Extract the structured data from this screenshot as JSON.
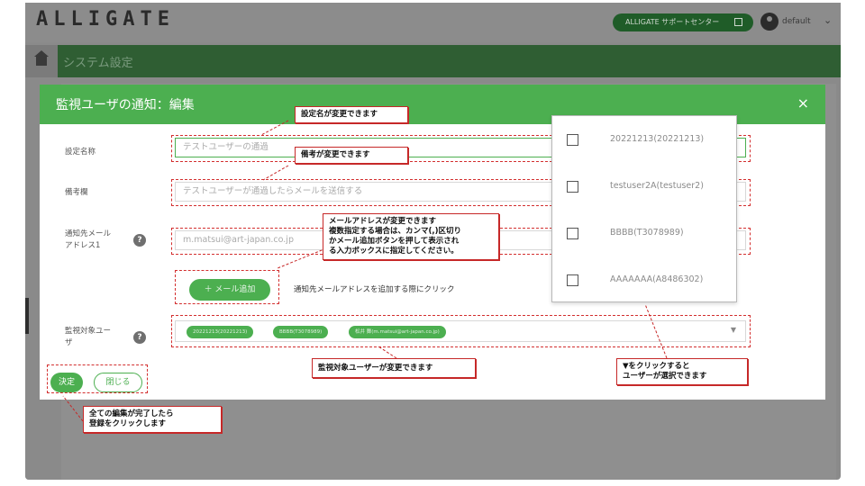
{
  "app": {
    "logo": "ALLIGATE",
    "support_label": "ALLIGATE サポートセンター",
    "user_name": "default",
    "page_title": "システム設定"
  },
  "modal": {
    "title": "監視ユーザの通知：編集",
    "close_symbol": "×",
    "fields": {
      "setting_name_label": "設定名称",
      "setting_name_value": "テストユーザーの通過",
      "remarks_label": "備考欄",
      "remarks_value": "テストユーザーが通過したらメールを送信する",
      "email_label_line1": "通知先メール",
      "email_label_line2": "アドレス1",
      "email_value": "m.matsui@art-japan.co.jp",
      "add_mail_button": "＋ メール追加",
      "add_mail_hint": "通知先メールアドレスを追加する際にクリック",
      "target_users_label_line1": "監視対象ユー",
      "target_users_label_line2": "ザ",
      "target_chips": [
        "20221213(20221213)",
        "BBBB(T3078989)",
        "松井 舞(m.matsui@art-japan.co.jp)"
      ],
      "help_symbol": "?"
    },
    "buttons": {
      "decide": "決定",
      "close": "閉じる"
    }
  },
  "dropdown": {
    "options": [
      "20221213(20221213)",
      "testuser2A(testuser2)",
      "BBBB(T3078989)",
      "AAAAAAA(A8486302)"
    ]
  },
  "callouts": {
    "setting_name": "設定名が変更できます",
    "remarks": "備考が変更できます",
    "email_line1": "メールアドレスが変更できます",
    "email_line2": "複数指定する場合は、カンマ(,)区切り",
    "email_line3": "かメール追加ボタンを押して表示され",
    "email_line4": "る入力ボックスに指定してください。",
    "target_users": "監視対象ユーザーが変更できます",
    "select_line1": "▼をクリックすると",
    "select_line2": "ユーザーが選択できます",
    "register_line1": "全ての編集が完了したら",
    "register_line2": "登録をクリックします"
  }
}
